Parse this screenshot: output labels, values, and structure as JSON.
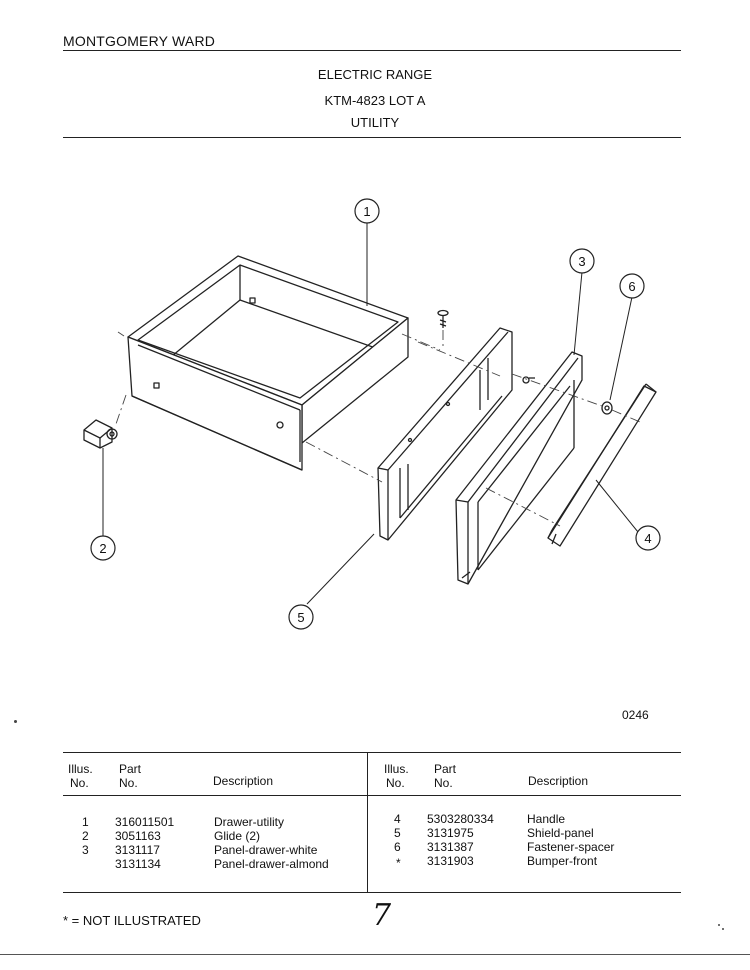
{
  "header": {
    "brand": "MONTGOMERY WARD",
    "product": "ELECTRIC RANGE",
    "model": "KTM-4823 LOT A",
    "section": "UTILITY"
  },
  "diagram": {
    "callouts": [
      "1",
      "2",
      "3",
      "4",
      "5",
      "6"
    ],
    "code": "0246"
  },
  "parts_table": {
    "headers": {
      "illus_line1": "Illus.",
      "illus_line2": "No.",
      "part_line1": "Part",
      "part_line2": "No.",
      "description": "Description"
    },
    "left_rows": [
      {
        "illus": "1",
        "part": "316011501",
        "description": "Drawer-utility"
      },
      {
        "illus": "2",
        "part": "3051163",
        "description": "Glide (2)"
      },
      {
        "illus": "3",
        "part": "3131117",
        "description": "Panel-drawer-white"
      },
      {
        "illus": "",
        "part": "3131134",
        "description": "Panel-drawer-almond"
      }
    ],
    "right_rows": [
      {
        "illus": "4",
        "part": "5303280334",
        "description": "Handle"
      },
      {
        "illus": "5",
        "part": "3131975",
        "description": "Shield-panel"
      },
      {
        "illus": "6",
        "part": "3131387",
        "description": "Fastener-spacer"
      },
      {
        "illus": "*",
        "part": "3131903",
        "description": "Bumper-front"
      }
    ]
  },
  "footer": {
    "note": "* = NOT ILLUSTRATED",
    "page_mark": "7"
  }
}
